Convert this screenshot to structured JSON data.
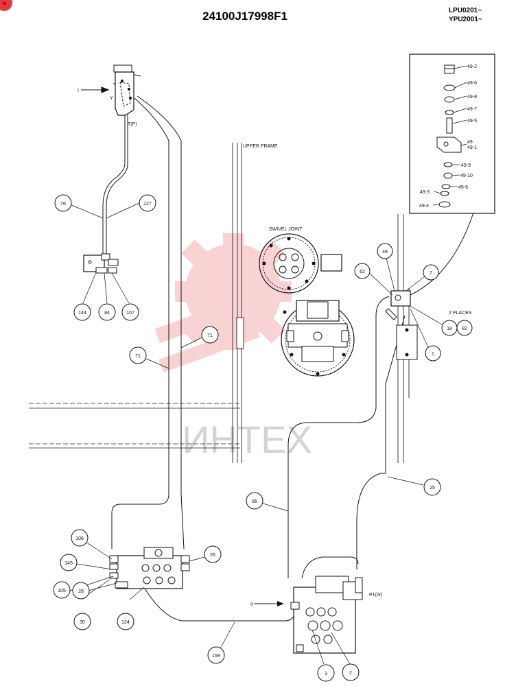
{
  "header": {
    "drawing_number": "24100J17998F1",
    "serial_line1": "LPU0201~",
    "serial_line2": "YPU2001~"
  },
  "labels": {
    "upper_frame": "UPPER FRAME",
    "swivel_joint": "SWIVEL JOINT",
    "tp_top": "T(P)",
    "p1": "P1(0r)",
    "two_places": "2 PLACES",
    "arrow_i": "I",
    "arrow_ii": "II",
    "y": "Y"
  },
  "watermark": {
    "text": "ИНТЕХ",
    "color": "#e8383d"
  },
  "inset_parts": [
    "49-2",
    "49-6",
    "49-8",
    "49-7",
    "49-5",
    "49",
    "49-1",
    "49-9",
    "49-10",
    "49-6",
    "49-3",
    "49-4"
  ],
  "callouts": {
    "c76": "76",
    "c127": "127",
    "c144": "144",
    "c84": "84",
    "c107": "107",
    "c71a": "71",
    "c71b": "71",
    "c49": "49",
    "c62": "62",
    "c7": "7",
    "c18": "18",
    "c82": "82",
    "c1": "1",
    "c25": "25",
    "c86": "86",
    "c106": "106",
    "c145": "145",
    "c105": "105",
    "c28": "28",
    "c26": "26",
    "c30": "30",
    "c124": "124",
    "c158": "158",
    "c3": "3",
    "c2": "2"
  },
  "badge_color": "#e8383d"
}
